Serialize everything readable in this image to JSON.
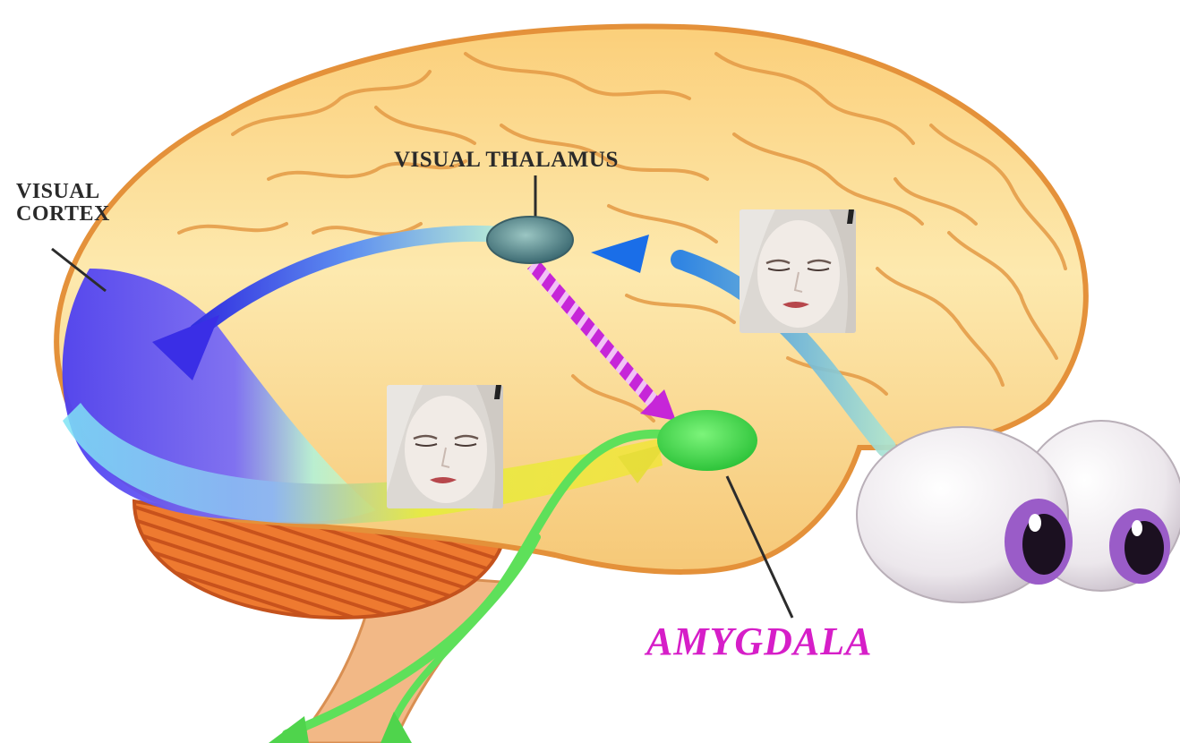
{
  "labels": {
    "visual_thalamus": "VISUAL THALAMUS",
    "visual_cortex_line1": "VISUAL",
    "visual_cortex_line2": "CORTEX",
    "amygdala": "AMYGDALA"
  },
  "colors": {
    "label_text": "#2a2a2a",
    "amygdala_label": "#d61ec8",
    "brain_fill": "#fbe4a3",
    "brain_outline": "#e99a3c",
    "cerebellum": "#e8702a",
    "thalamus": "#5d8a8e",
    "amygdala_node": "#44e04a",
    "low_road": "#c322d8",
    "high_road_cortex": "#5a4ff0",
    "pathway_green": "#5fe05a",
    "eye_iris": "#9a5cc8"
  },
  "icons": {
    "upper_face": "face-portrait-icon",
    "lower_face": "face-portrait-icon",
    "eyes": "eyeballs-icon"
  }
}
